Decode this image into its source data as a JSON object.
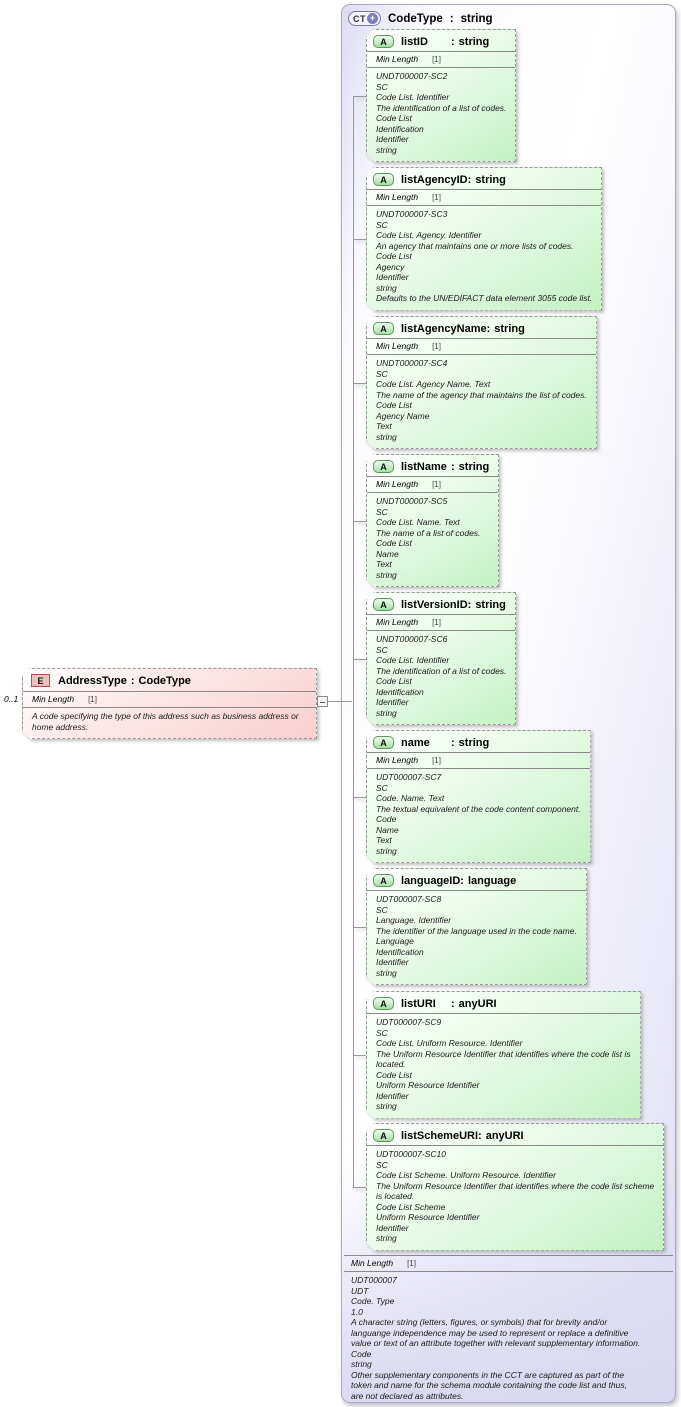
{
  "colon": ":",
  "colors": {
    "root_fill": "#e2e1f5",
    "attribute_fill": "#c4f1c4",
    "attribute_badge": "#a5dfa5",
    "element_fill": "#f8cfcf",
    "element_badge": "#f9bcbc",
    "ct_badge_accent": "#7d7dc3",
    "border_gray": "#9a9a9a"
  },
  "badges": {
    "complex_type": "CT",
    "expand_plus": "+",
    "attribute": "A",
    "element": "E"
  },
  "facet": {
    "label": "Min Length",
    "card": "[1]"
  },
  "element": {
    "name": "AddressType",
    "type": "CodeType",
    "cardinality": "0..1",
    "annotation": "A code specifying the type of this address such as business address or\nhome address."
  },
  "root": {
    "name": "CodeType",
    "type": "string",
    "attributes": [
      {
        "name": "listID",
        "type": "string",
        "annotation": "UNDT000007-SC2\nSC\nCode List. Identifier\nThe identification of a list of codes.\nCode List\nIdentification\nIdentifier\nstring"
      },
      {
        "name": "listAgencyID",
        "type": "string",
        "annotation": "UNDT000007-SC3\nSC\nCode List. Agency. Identifier\nAn agency that maintains one or more lists of codes.\nCode List\nAgency\nIdentifier\nstring\nDefaults to the UN/EDIFACT data element 3055 code list."
      },
      {
        "name": "listAgencyName",
        "type": "string",
        "annotation": "UNDT000007-SC4\nSC\nCode List. Agency Name. Text\nThe name of the agency that maintains the list of codes.\nCode List\nAgency Name\nText\nstring"
      },
      {
        "name": "listName",
        "type": "string",
        "annotation": "UNDT000007-SC5\nSC\nCode List. Name. Text\nThe name of a list of codes.\nCode List\nName\nText\nstring"
      },
      {
        "name": "listVersionID",
        "type": "string",
        "annotation": "UNDT000007-SC6\nSC\nCode List. Identifier\nThe identification of a list of codes.\nCode List\nIdentification\nIdentifier\nstring"
      },
      {
        "name": "name",
        "type": "string",
        "annotation": "UDT000007-SC7\nSC\nCode. Name. Text\nThe textual equivalent of the code content component.\nCode\nName\nText\nstring"
      },
      {
        "name": "languageID",
        "type": "language",
        "annotation": "UDT000007-SC8\nSC\nLanguage. Identifier\nThe identifier of the language used in the code name.\nLanguage\nIdentification\nIdentifier\nstring"
      },
      {
        "name": "listURI",
        "type": "anyURI",
        "annotation": "UDT000007-SC9\nSC\nCode List. Uniform Resource. Identifier\nThe Uniform Resource Identifier that identifies where the code list is\nlocated.\nCode List\nUniform Resource Identifier\nIdentifier\nstring"
      },
      {
        "name": "listSchemeURI",
        "type": "anyURI",
        "annotation": "UDT000007-SC10\nSC\nCode List Scheme. Uniform Resource. Identifier\nThe Uniform Resource Identifier that identifies where the code list scheme\nis located.\nCode List Scheme\nUniform Resource Identifier\nIdentifier\nstring"
      }
    ],
    "footer_annotation": "UDT000007\nUDT\nCode. Type\n1.0\nA character string (letters, figures, or symbols) that for brevity and/or\nlanguange independence may be used to represent or replace a definitive\nvalue or text of an attribute together with relevant supplementary information.\nCode\nstring\nOther supplementary components in the CCT are captured as part of the\ntoken and name for the schema module containing the code list and thus,\nare not declared as attributes."
  }
}
